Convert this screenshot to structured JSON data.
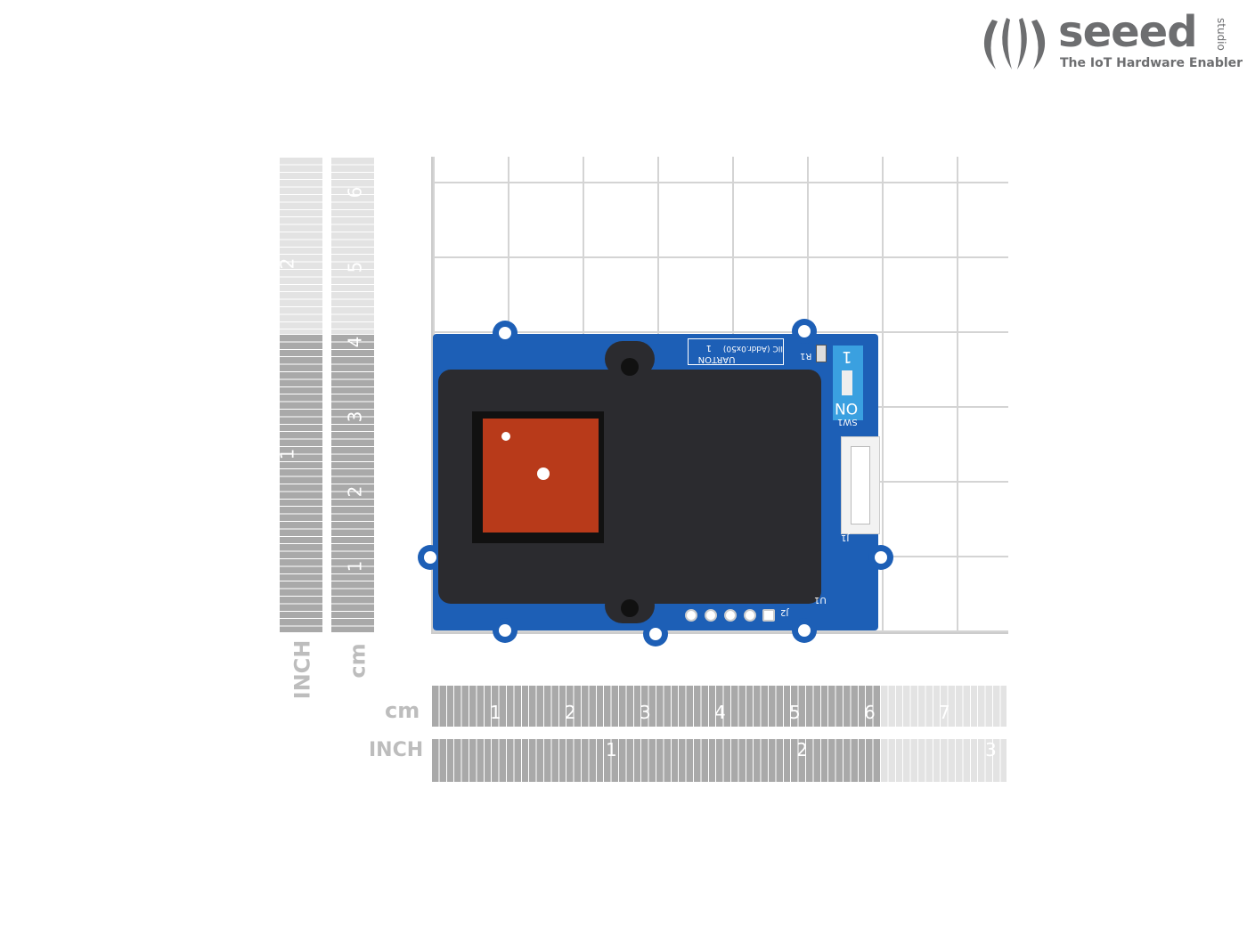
{
  "brand": {
    "name": "seeed",
    "sub": "studio",
    "tagline": "The IoT Hardware Enabler"
  },
  "board": {
    "silkscreen": {
      "iic": "IIC (Addr.0x50)",
      "uart": "UART",
      "on": "ON",
      "one": "1",
      "r1": "R1",
      "sw_on": "ON",
      "sw_1": "1",
      "sw1": "SW1",
      "j1": "J1",
      "j2": "J2",
      "u1": "U1"
    }
  },
  "rulers": {
    "vertical_inch": {
      "unit": "INCH",
      "labels": [
        "1",
        "2"
      ]
    },
    "vertical_cm": {
      "unit": "cm",
      "labels": [
        "1",
        "2",
        "3",
        "4",
        "5",
        "6"
      ]
    },
    "horizontal_cm": {
      "unit": "cm",
      "labels": [
        "1",
        "2",
        "3",
        "4",
        "5",
        "6",
        "7"
      ]
    },
    "horizontal_inch": {
      "unit": "INCH",
      "labels": [
        "1",
        "2",
        "3"
      ]
    }
  }
}
